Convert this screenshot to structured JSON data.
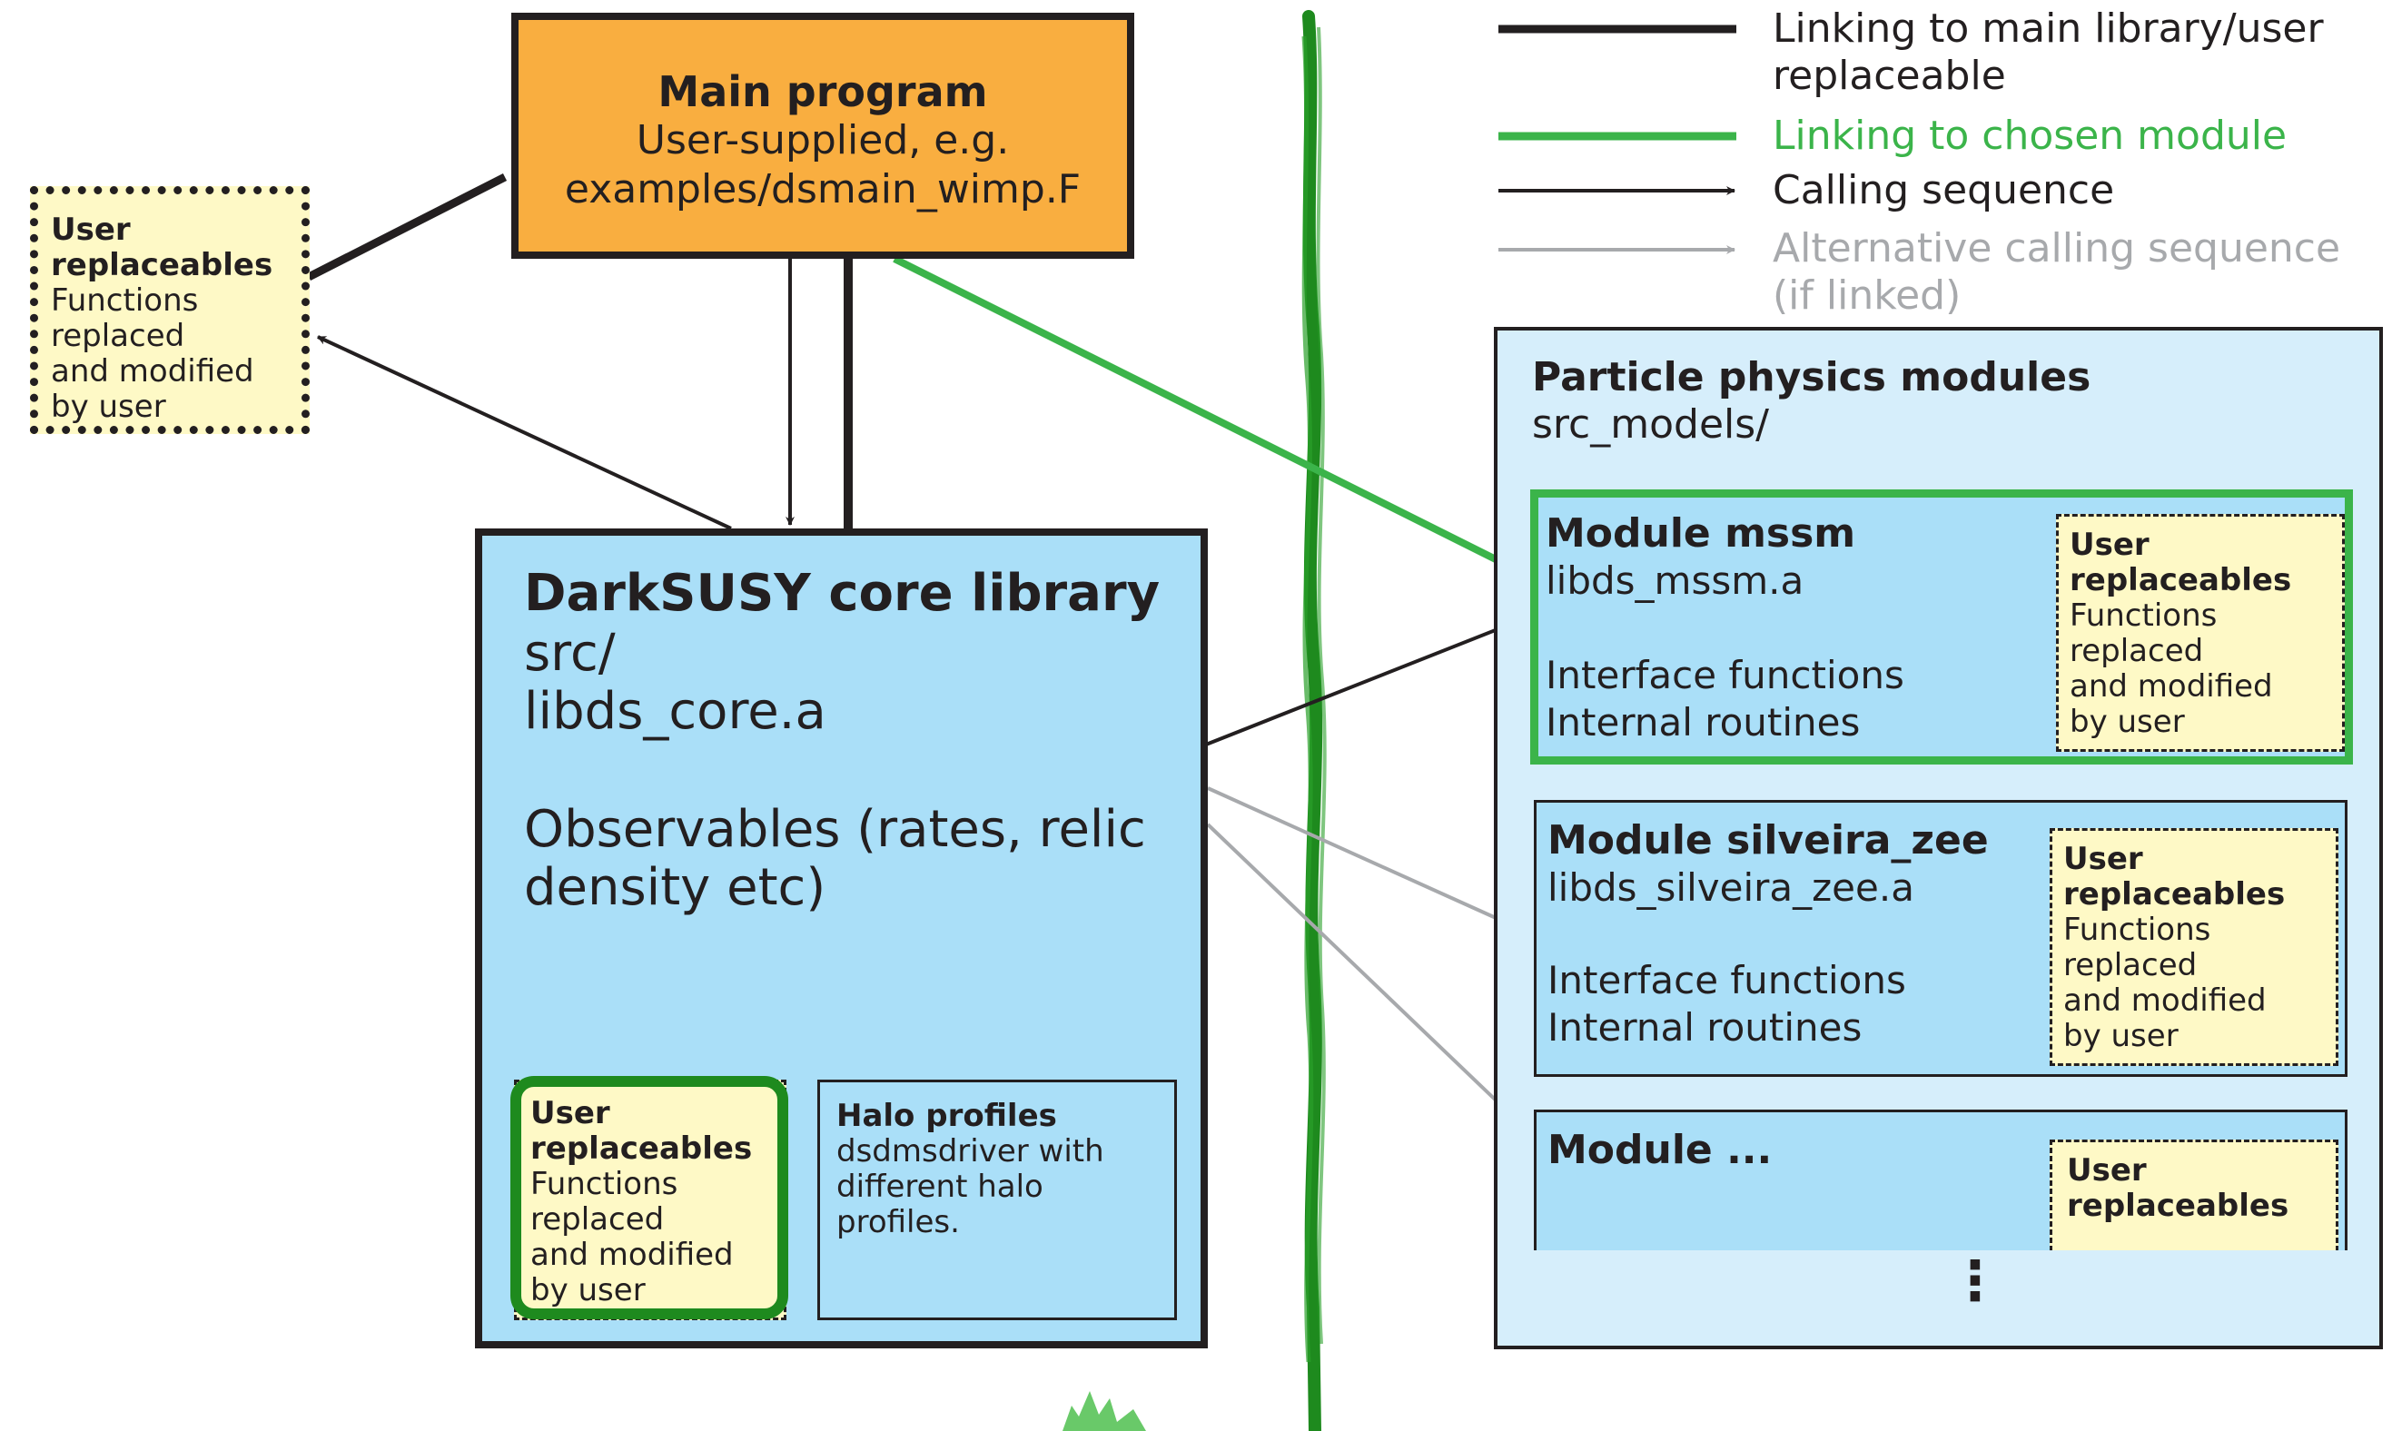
{
  "legend": {
    "items": [
      {
        "label": "Linking to main library/user",
        "label_line2": "replaceable",
        "kind": "link-main",
        "color": "#231f20"
      },
      {
        "label": "Linking to chosen module",
        "kind": "link-module",
        "color": "#3bb44a"
      },
      {
        "label": "Calling sequence",
        "kind": "call",
        "color": "#231f20"
      },
      {
        "label": "Alternative calling sequence",
        "label_line2": "(if linked)",
        "kind": "alt-call",
        "color": "#a7a9ac"
      }
    ]
  },
  "main_program": {
    "title": "Main program",
    "line1": "User-supplied, e.g.",
    "line2": "examples/dsmain_wimp.F",
    "fill": "#f9ae40"
  },
  "left_user_replaceables": {
    "title1": "User",
    "title2": "replaceables",
    "lines": [
      "Functions",
      "replaced",
      "and modified",
      "by user"
    ]
  },
  "core_library": {
    "title": "DarkSUSY core library",
    "line1": "src/",
    "line2": "libds_core.a",
    "line3": "Observables (rates, relic",
    "line4": "density etc)",
    "fill": "#aadff8",
    "user_replaceables": {
      "title1": "User",
      "title2": "replaceables",
      "lines": [
        "Functions",
        "replaced",
        "and modified",
        "by user"
      ]
    },
    "halo_profiles": {
      "title": "Halo profiles",
      "lines": [
        "dsdmsdriver with",
        "different halo",
        "profiles."
      ]
    }
  },
  "particle_modules": {
    "title": "Particle physics modules",
    "path": "src_models/",
    "fill": "#d6eefb",
    "modules": [
      {
        "title": "Module mssm",
        "lib": "libds_mssm.a",
        "line1": "Interface functions",
        "line2": "Internal routines",
        "ur": {
          "title1": "User",
          "title2": "replaceables",
          "lines": [
            "Functions",
            "replaced",
            "and modified",
            "by user"
          ]
        }
      },
      {
        "title": "Module silveira_zee",
        "lib": "libds_silveira_zee.a",
        "line1": "Interface functions",
        "line2": "Internal routines",
        "ur": {
          "title1": "User",
          "title2": "replaceables",
          "lines": [
            "Functions",
            "replaced",
            "and modified",
            "by user"
          ]
        }
      },
      {
        "title": "Module ...",
        "ur": {
          "title1": "User",
          "title2": "replaceables"
        }
      }
    ],
    "more": "⋮"
  },
  "colors": {
    "black": "#231f20",
    "green": "#3bb44a",
    "grey": "#a7a9ac",
    "dark_green": "#1e8a1e",
    "pale_yellow": "#fef9c6",
    "orange": "#f9ae40",
    "light_blue": "#aadff8",
    "pale_blue": "#d6eefb"
  }
}
